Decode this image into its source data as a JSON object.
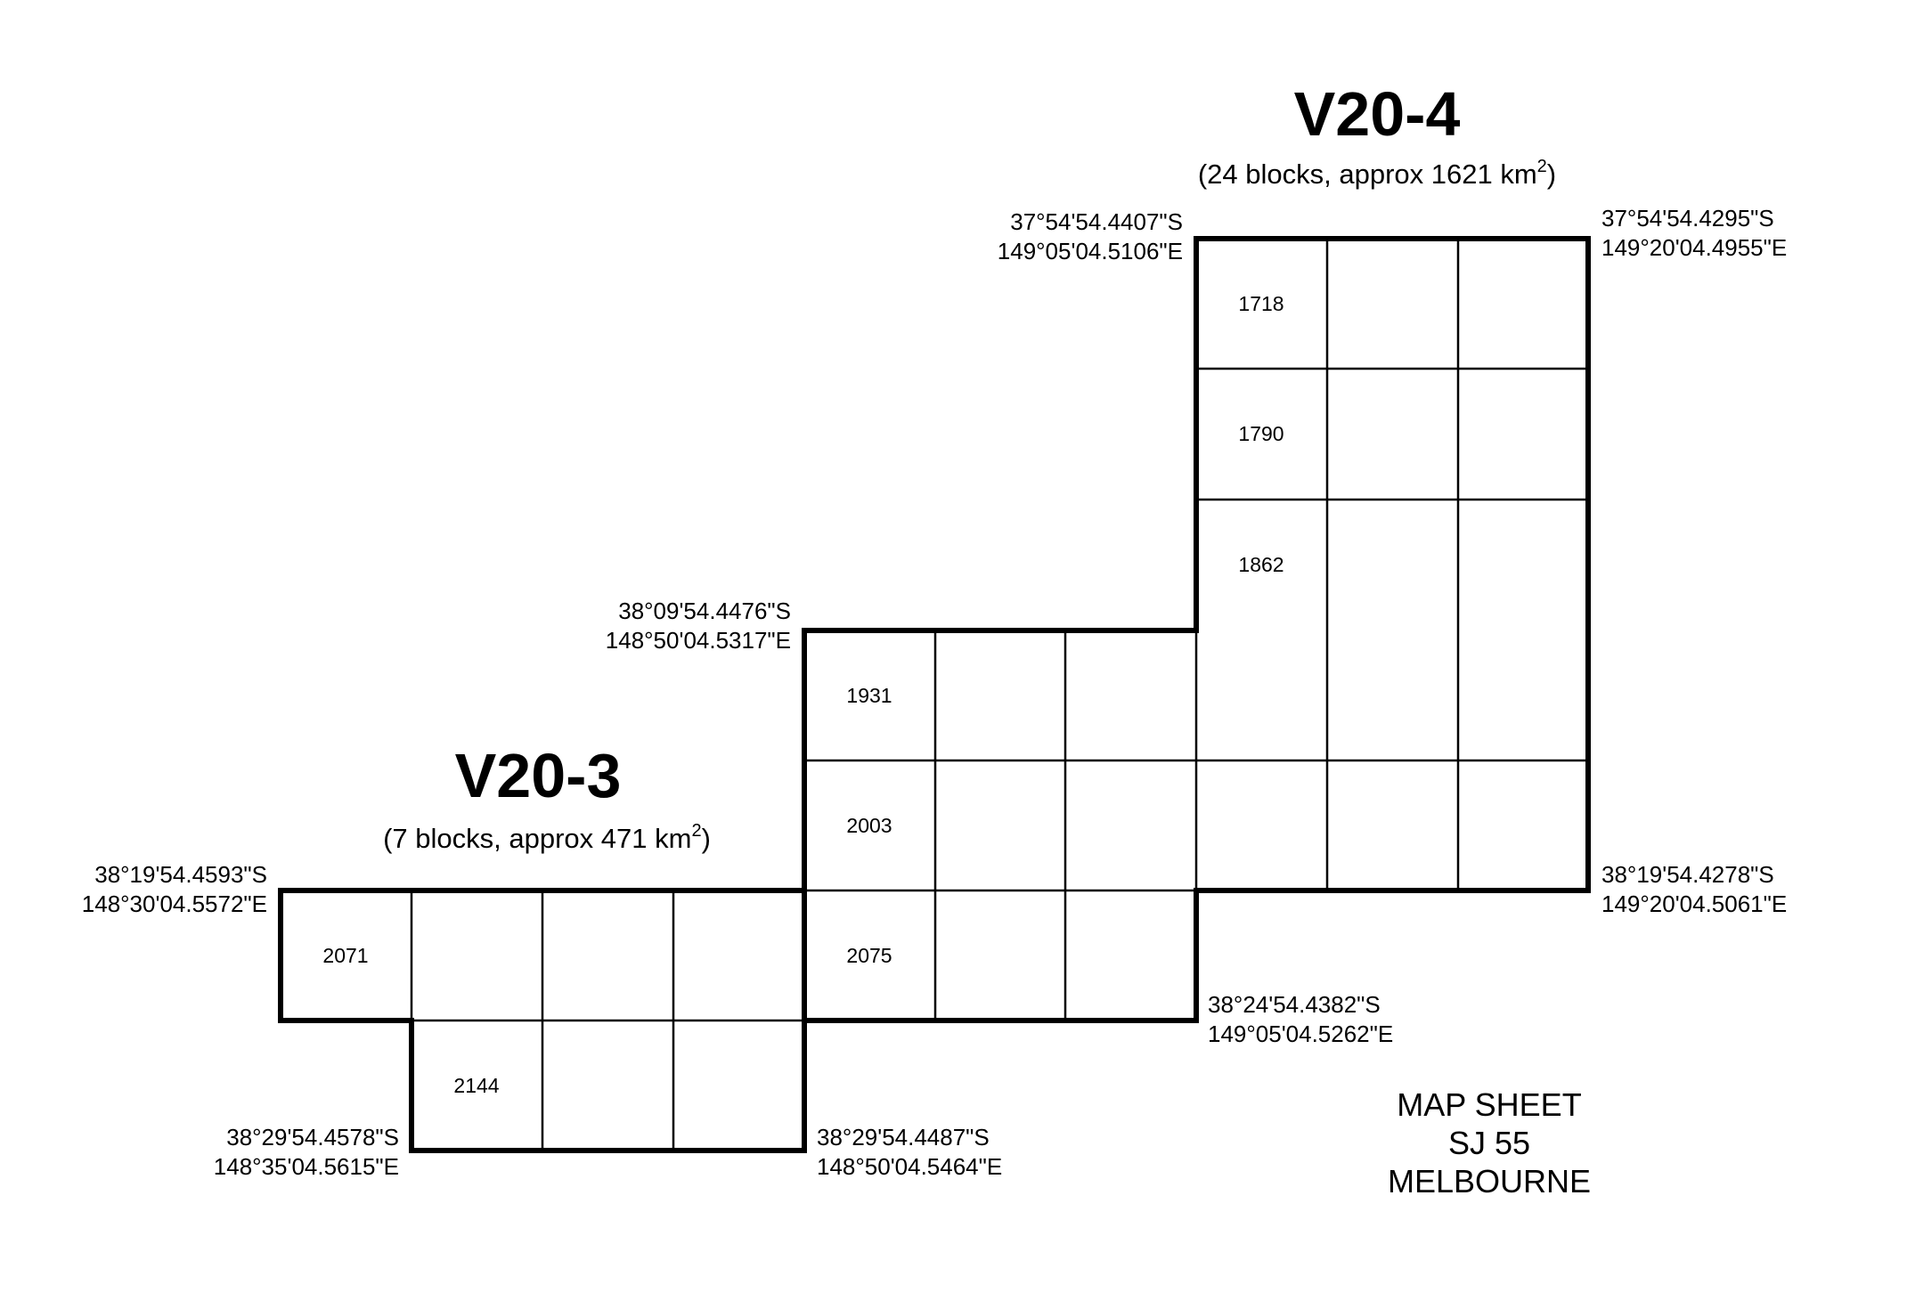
{
  "areas": [
    {
      "id": "v20-4",
      "title": "V20-4",
      "subtitle_pre": "(24 blocks, approx 1621 km",
      "subtitle_sup": "2",
      "subtitle_post": ")"
    },
    {
      "id": "v20-3",
      "title": "V20-3",
      "subtitle_pre": "(7 blocks, approx 471 km",
      "subtitle_sup": "2",
      "subtitle_post": ")"
    }
  ],
  "corners": [
    {
      "lat": "37°54'54.4407\"S",
      "lon": "149°05'04.5106\"E"
    },
    {
      "lat": "37°54'54.4295\"S",
      "lon": "149°20'04.4955\"E"
    },
    {
      "lat": "38°09'54.4476\"S",
      "lon": "148°50'04.5317\"E"
    },
    {
      "lat": "38°19'54.4593\"S",
      "lon": "148°30'04.5572\"E"
    },
    {
      "lat": "38°19'54.4278\"S",
      "lon": "149°20'04.5061\"E"
    },
    {
      "lat": "38°24'54.4382\"S",
      "lon": "149°05'04.5262\"E"
    },
    {
      "lat": "38°29'54.4578\"S",
      "lon": "148°35'04.5615\"E"
    },
    {
      "lat": "38°29'54.4487\"S",
      "lon": "148°50'04.5464\"E"
    }
  ],
  "block_numbers": [
    "1718",
    "1790",
    "1862",
    "1931",
    "2003",
    "2075",
    "2071",
    "2144"
  ],
  "map_sheet": {
    "line1": "MAP SHEET",
    "line2": "SJ 55",
    "line3": "MELBOURNE"
  }
}
